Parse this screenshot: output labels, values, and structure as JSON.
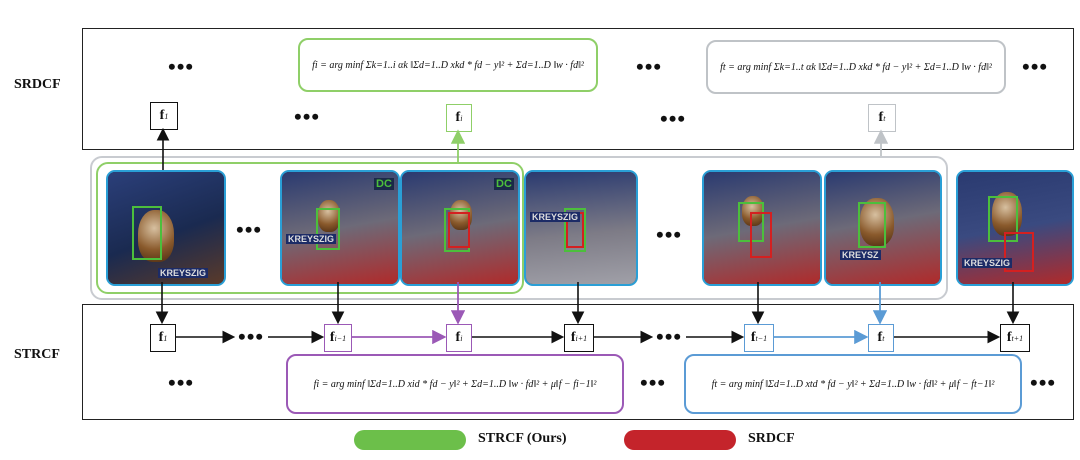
{
  "rows": {
    "top_label": "SRDCF",
    "bottom_label": "STRCF"
  },
  "ellipsis": "•••",
  "top_filters": {
    "f1": {
      "main": "f",
      "sub": "1"
    },
    "fi": {
      "main": "f",
      "sub": "i"
    },
    "ft": {
      "main": "f",
      "sub": "t"
    }
  },
  "bottom_filters": {
    "f1": {
      "main": "f",
      "sub": "1"
    },
    "fim1": {
      "main": "f",
      "sub": "i−1"
    },
    "fi": {
      "main": "f",
      "sub": "i"
    },
    "fip1": {
      "main": "f",
      "sub": "i+1"
    },
    "ftm1": {
      "main": "f",
      "sub": "t−1"
    },
    "ft": {
      "main": "f",
      "sub": "t"
    },
    "ftp1": {
      "main": "f",
      "sub": "t+1"
    }
  },
  "equations": {
    "srdcf_i": "fi = arg minf Σk=1..i αk ‖Σd=1..D xkd * fd − y‖² + Σd=1..D ‖w · fd‖²",
    "srdcf_t": "ft = arg minf Σk=1..t αk ‖Σd=1..D xkd * fd − y‖² + Σd=1..D ‖w · fd‖²",
    "strcf_i": "fi = arg minf ‖Σd=1..D xid * fd − y‖² + Σd=1..D ‖w · fd‖² + μ‖f − fi−1‖²",
    "strcf_t": "ft = arg minf ‖Σd=1..D xtd * fd − y‖² + Σd=1..D ‖w · fd‖² + μ‖f − ft−1‖²"
  },
  "frame_text": {
    "brand": "KREYSZIG",
    "brand_short": "KREYSZ",
    "corner": "DC"
  },
  "legend": {
    "ours": "STRCF (Ours)",
    "srdcf": "SRDCF"
  },
  "colors": {
    "green": "#6cbf4a",
    "red": "#c4242b",
    "purple": "#9b59b6",
    "blue": "#5b9bd5",
    "gray": "#bfc3c7",
    "frame_border": "#2a9fd6"
  }
}
